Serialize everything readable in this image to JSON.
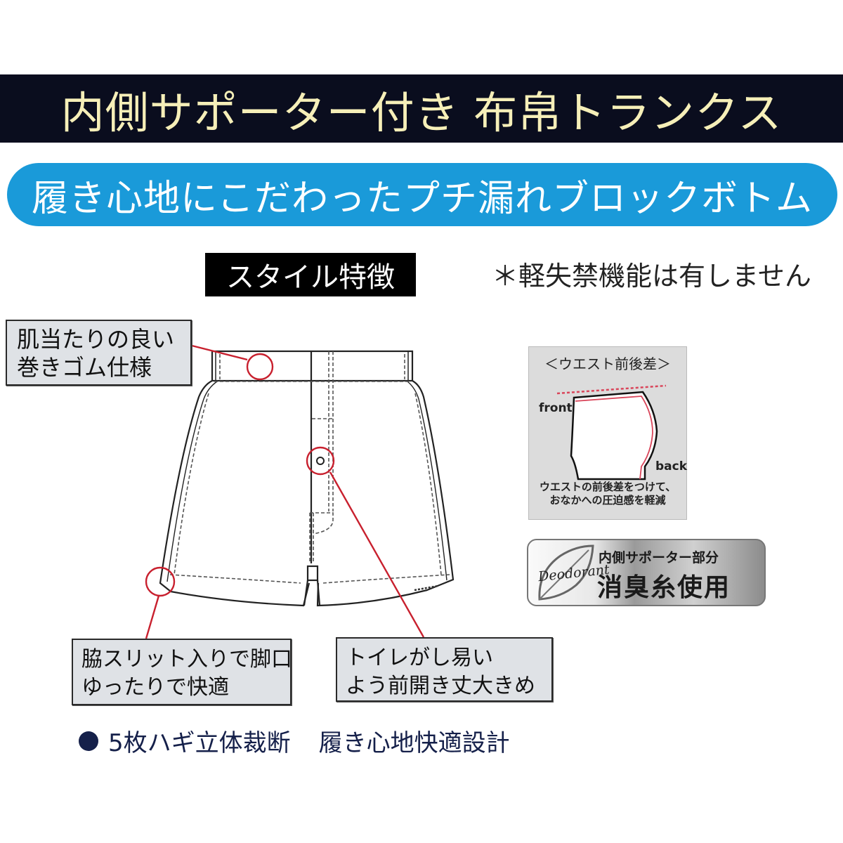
{
  "header": {
    "title": "内側サポーター付き 布帛トランクス",
    "subtitle": "履き心地にこだわったプチ漏れブロックボトム"
  },
  "section": {
    "style_label": "スタイル特徴",
    "note": "＊軽失禁機能は有しません"
  },
  "callouts": {
    "waist": {
      "line1": "肌当たりの良い",
      "line2": "巻きゴム仕様"
    },
    "slit": {
      "line1": "脇スリット入りで脚口",
      "line2": "ゆったりで快適"
    },
    "fly": {
      "line1": "トイレがし易い",
      "line2": "よう前開き丈大きめ"
    }
  },
  "waist_diagram": {
    "title": "＜ウエスト前後差＞",
    "front_label": "front",
    "back_label": "back",
    "caption_line1": "ウエストの前後差をつけて、",
    "caption_line2": "おなかへの圧迫感を軽減"
  },
  "deodorant_badge": {
    "script": "Deodorant",
    "line1": "内側サポーター部分",
    "line2": "消臭糸使用",
    "icon": "leaf-icon"
  },
  "features": {
    "item1": "5枚ハギ立体裁断",
    "item2": "履き心地快適設計"
  },
  "colors": {
    "title_band": "#0a0d1e",
    "title_text": "#f6efb8",
    "pill": "#1a9ad9",
    "callout_line": "#c8202e",
    "bullet": "#15204a"
  }
}
